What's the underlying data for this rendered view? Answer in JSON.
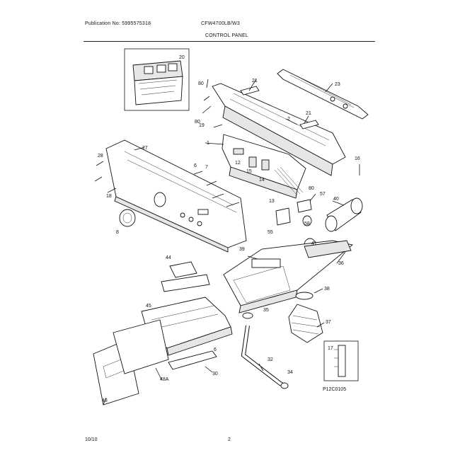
{
  "header": {
    "publication": "Publication No: 5995575318",
    "model": "CFW4700LB/W3",
    "title": "CONTROL PANEL"
  },
  "footer": {
    "date": "10/10",
    "page": "2"
  },
  "diagram": {
    "code": "P12C0105",
    "callouts": [
      "20",
      "21",
      "23",
      "80",
      "80",
      "2",
      "21",
      "19",
      "1",
      "16",
      "27",
      "28",
      "18",
      "6",
      "7",
      "12",
      "15",
      "14",
      "80",
      "13",
      "57",
      "40",
      "55",
      "58",
      "41",
      "8",
      "39",
      "36",
      "44",
      "38",
      "35",
      "37",
      "45",
      "17",
      "6",
      "32",
      "30",
      "34",
      "48A",
      "48"
    ]
  }
}
